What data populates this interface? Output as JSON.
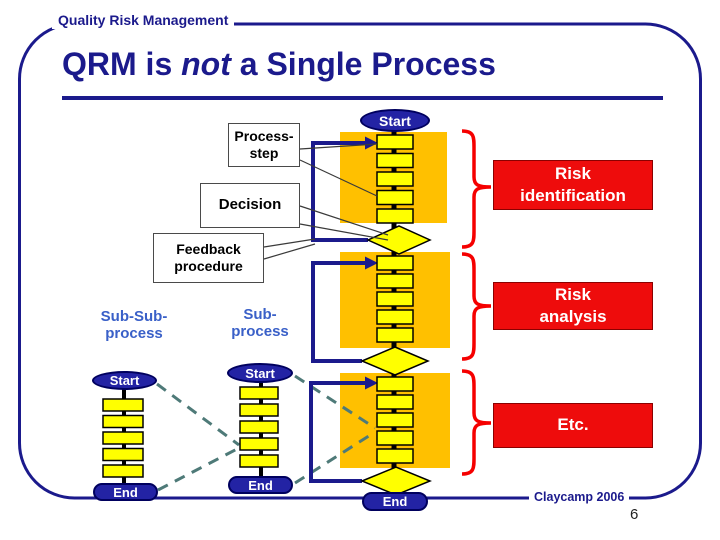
{
  "header": {
    "text": "Quality Risk Management"
  },
  "title": {
    "part1": "QRM is ",
    "part2": "not",
    "part3": " a Single Process"
  },
  "flowchart": {
    "start_label": "Start",
    "end_label": "End",
    "callouts": {
      "process_step": "Process-\nstep",
      "decision": "Decision",
      "feedback": "Feedback\nprocedure"
    },
    "sub_labels": {
      "sub_sub": "Sub-Sub-\nprocess",
      "sub": "Sub-\nprocess"
    },
    "stages": [
      {
        "label": "Risk\nidentification"
      },
      {
        "label": "Risk\nanalysis"
      },
      {
        "label": "Etc."
      }
    ]
  },
  "footer": {
    "credit": "Claycamp 2006",
    "page_number": "6"
  },
  "colors": {
    "navy": "#1B1A8C",
    "oval_fill": "#2323A4",
    "amber": "#FFC000",
    "yellow": "#FFFF00",
    "red_box": "#EE0C0C",
    "brace_red": "#F50000",
    "label_blue": "#3A60C8",
    "dash_teal": "#4E7A78"
  }
}
